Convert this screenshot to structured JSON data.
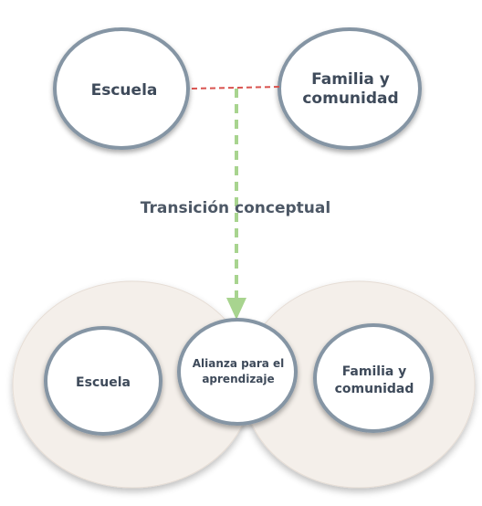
{
  "top": {
    "school_label": "Escuela",
    "family_label_line1": "Familia y",
    "family_label_line2": "comunidad"
  },
  "transition_label": "Transición conceptual",
  "bottom": {
    "school_label": "Escuela",
    "alliance_label_line1": "Alianza para el",
    "alliance_label_line2": "aprendizaje",
    "family_label_line1": "Familia y",
    "family_label_line2": "comunidad"
  },
  "colors": {
    "circle_stroke": "#8595a4",
    "circle_fill": "#ffffff",
    "zone_fill": "#f4efea",
    "link_line": "#d9534f",
    "transition_arrow": "#a8d48f",
    "text": "#3e4a5a"
  }
}
